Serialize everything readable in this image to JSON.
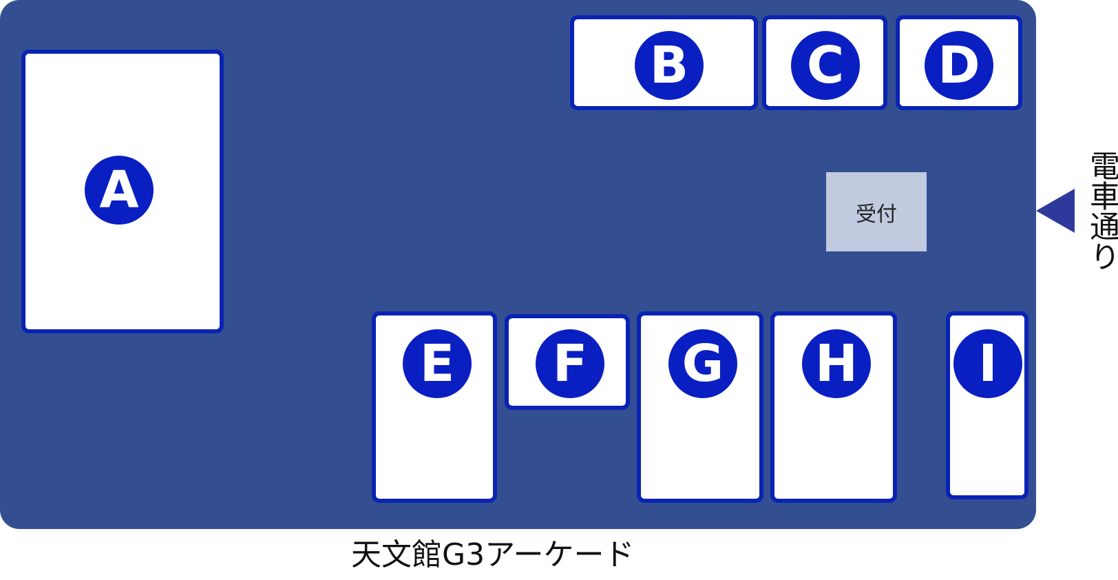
{
  "booths": {
    "A": {
      "label": "A"
    },
    "B": {
      "label": "B"
    },
    "C": {
      "label": "C"
    },
    "D": {
      "label": "D"
    },
    "E": {
      "label": "E"
    },
    "F": {
      "label": "F"
    },
    "G": {
      "label": "G"
    },
    "H": {
      "label": "H"
    },
    "I": {
      "label": "I"
    }
  },
  "reception": {
    "label": "受付"
  },
  "streets": {
    "right": "電車通り",
    "bottom": "天文館G3アーケード"
  },
  "icons": {
    "entrance": "triangle-left-arrow-icon"
  },
  "colors": {
    "floor": "#334f91",
    "booth_border": "#0a23b4",
    "badge": "#0a1fc2",
    "reception": "#c1cadf",
    "arrow": "#2e3a9b"
  }
}
